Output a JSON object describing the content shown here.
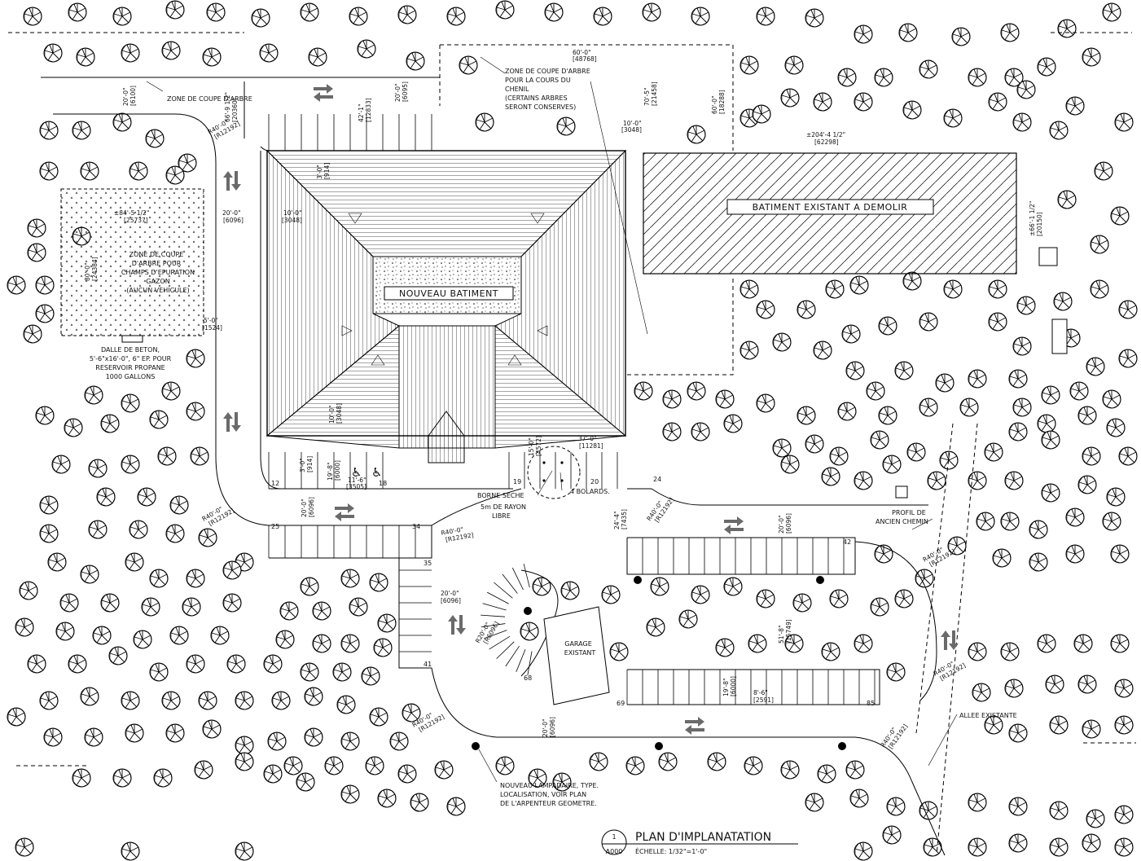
{
  "labels": {
    "zone_coupe_arbre": "ZONE DE COUPE D'ARBRE",
    "zone_chenil_l1": "ZONE DE COUPE D'ARBRE",
    "zone_chenil_l2": "POUR LA COURS DU",
    "zone_chenil_l3": "CHENIL",
    "zone_chenil_l4": "(CERTAINS ARBRES",
    "zone_chenil_l5": "SERONT CONSERVES)",
    "septic_l1": "ZONE DE COUPE",
    "septic_l2": "D'ARBRE POUR",
    "septic_l3": "CHAMPS D'EPURATION",
    "septic_l4": "GAZON",
    "septic_l5": "(AUCUN VEHICULE)",
    "dalle_l1": "DALLE DE BETON,",
    "dalle_l2": "5'-6\"x16'-0\", 6\" EP. POUR",
    "dalle_l3": "RESERVOIR PROPANE",
    "dalle_l4": "1000 GALLONS",
    "nouveau_batiment": "NOUVEAU BATIMENT",
    "batiment_existant": "BATIMENT EXISTANT A DEMOLIR",
    "borne_seche": "BORNE SECHE",
    "rayon_l1": "5m DE RAYON",
    "rayon_l2": "LIBRE",
    "bolards": "4 BOLARDS.",
    "profil_l1": "PROFIL DE",
    "profil_l2": "ANCIEN CHEMIN",
    "garage_l1": "GARAGE",
    "garage_l2": "EXISTANT",
    "allee": "ALLEE EXISTANTE",
    "lampadaire_l1": "NOUVEAU LAMPADAIRE, TYPE.",
    "lampadaire_l2": "LOCALISATION, VOIR PLAN",
    "lampadaire_l3": "DE L'ARPENTEUR GEOMETRE."
  },
  "dimensions": {
    "d_60_0": "60'-0\"",
    "d_48768": "[48768]",
    "d_20_0_top": "20'-0\"",
    "d_6100": "[6100]",
    "d_66_9": "66'-9 1/2\"",
    "d_20360": "[20360]",
    "d_42_1": "42'-1\"",
    "d_12833": "[12833]",
    "d_20_0_b": "20'-0\"",
    "d_6095": "[6095]",
    "d_70_5": "70'-5\"",
    "d_21458": "[21458]",
    "d_60_0_b": "60'-0\"",
    "d_18288": "[18288]",
    "d_10_0_a": "10'-0\"",
    "d_3048_a": "[3048]",
    "d_204_4": "±204'-4 1/2\"",
    "d_62298": "[62298]",
    "d_R40_a": "R40'-0\"",
    "d_R12192_a": "[R12192]",
    "d_84_5": "±84'-5 1/2\"",
    "d_25737": "[25737]",
    "d_20_0_c": "20'-0\"",
    "d_6096_c": "[6096]",
    "d_10_0_b": "10'-0\"",
    "d_3048_b": "[3048]",
    "d_3_0": "3'-0\"",
    "d_914_a": "[914]",
    "d_80_0": "80'-0\"",
    "d_24384": "[24384]",
    "d_5_0": "5'-0\"",
    "d_1524": "[1524]",
    "d_66_1": "±66'-1 1/2\"",
    "d_20150": "[20150]",
    "d_10_0_c": "10'-0\"",
    "d_3048_c": "[3048]",
    "d_3_0_b": "3'-0\"",
    "d_914_b": "[914]",
    "d_19_8": "19'-8\"",
    "d_6000_a": "[6000]",
    "d_11_6": "11'-6\"",
    "d_3505": "[3505]",
    "d_15_0": "15'-0\"",
    "d_4572": "[4572]",
    "d_37_0": "37'-0\"",
    "d_11281": "[11281]",
    "d_20_0_d": "20'-0\"",
    "d_6096_d": "[6096]",
    "d_R40_b": "R40'-0\"",
    "d_R12192_b": "[R12192]",
    "d_R40_c": "R40'-0\"",
    "d_R12192_c": "[R12192]",
    "d_24_4": "24'-4\"",
    "d_7435": "[7435]",
    "d_R40_d": "R40'-0\"",
    "d_R12192_d": "[R12192]",
    "d_20_0_e": "20'-0\"",
    "d_6096_e": "[6096]",
    "d_R40_e": "R40'-0\"",
    "d_R12192_e": "[R12192]",
    "d_20_0_f": "20'-0\"",
    "d_6096_f": "[6096]",
    "d_R20_0": "R20'-0\"",
    "d_R6096": "[R6096]",
    "d_51_8": "51'-8\"",
    "d_15749": "[15749]",
    "d_R40_f": "R40'-0\"",
    "d_R12192_f": "[R12192]",
    "d_19_8_b": "19'-8\"",
    "d_6000_b": "[6000]",
    "d_8_6": "8'-6\"",
    "d_2591": "[2591]",
    "d_20_0_g": "20'-0\"",
    "d_6096_g": "[6096]",
    "d_R40_g": "R40'-0\"",
    "d_R12192_g": "[R12192]",
    "d_R40_h": "R40'-0\"",
    "d_R12192_h": "[R12192]"
  },
  "stall_numbers": {
    "n12": "12",
    "n18": "18",
    "n19": "19",
    "n20": "20",
    "n24": "24",
    "n25": "25",
    "n34": "34",
    "n35": "35",
    "n41": "41",
    "n42": "42",
    "n68": "68",
    "n69": "69",
    "n85": "85"
  },
  "title_block": {
    "sheet_number": "1",
    "sheet_ref": "A000",
    "title": "PLAN D'IMPLANATATION",
    "scale": "ÉCHELLE:  1/32\"=1'-0\""
  },
  "symbols": {
    "tree": "tree-symbol",
    "arrow": "two-way-traffic-arrow-icon",
    "accessible": "wheelchair-icon",
    "lamp": "lamp-post-dot"
  }
}
